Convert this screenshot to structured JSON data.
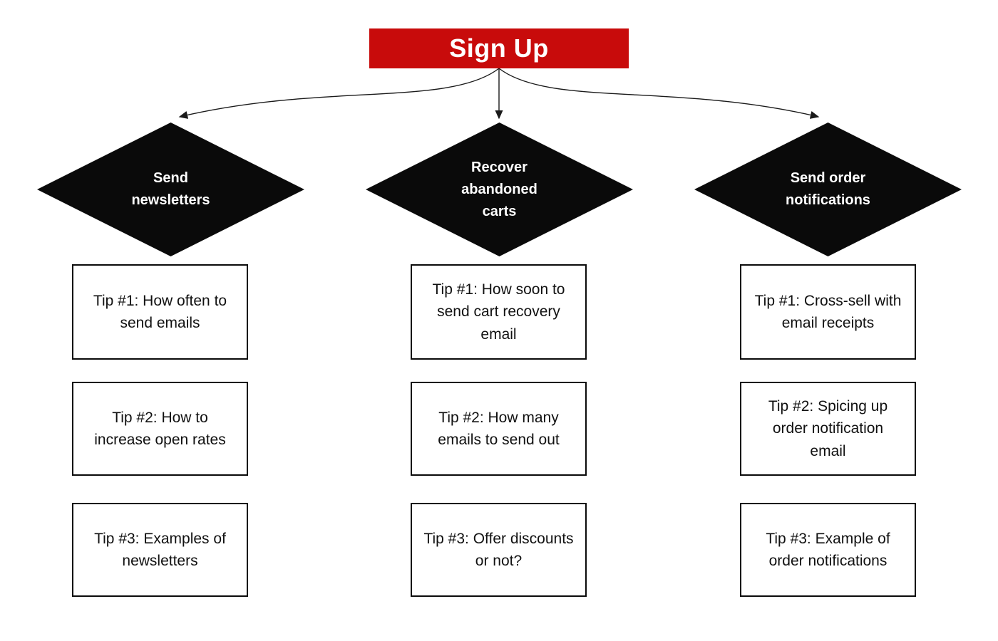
{
  "colors": {
    "accent_red": "#c80b0b",
    "node_black": "#0a0a0a",
    "line": "#1a1a1a",
    "background": "#ffffff"
  },
  "root": {
    "label": "Sign Up"
  },
  "branches": [
    {
      "label": "Send\nnewsletters",
      "tips": [
        "Tip #1: How often to send emails",
        "Tip #2: How to increase open rates",
        "Tip #3: Examples of newsletters"
      ]
    },
    {
      "label": "Recover\nabandoned\ncarts",
      "tips": [
        "Tip #1: How soon to send cart recovery email",
        "Tip #2: How many emails to send out",
        "Tip #3: Offer discounts or not?"
      ]
    },
    {
      "label": "Send order\nnotifications",
      "tips": [
        "Tip #1: Cross-sell with email receipts",
        "Tip #2: Spicing up order notification email",
        "Tip #3: Example of order notifications"
      ]
    }
  ]
}
